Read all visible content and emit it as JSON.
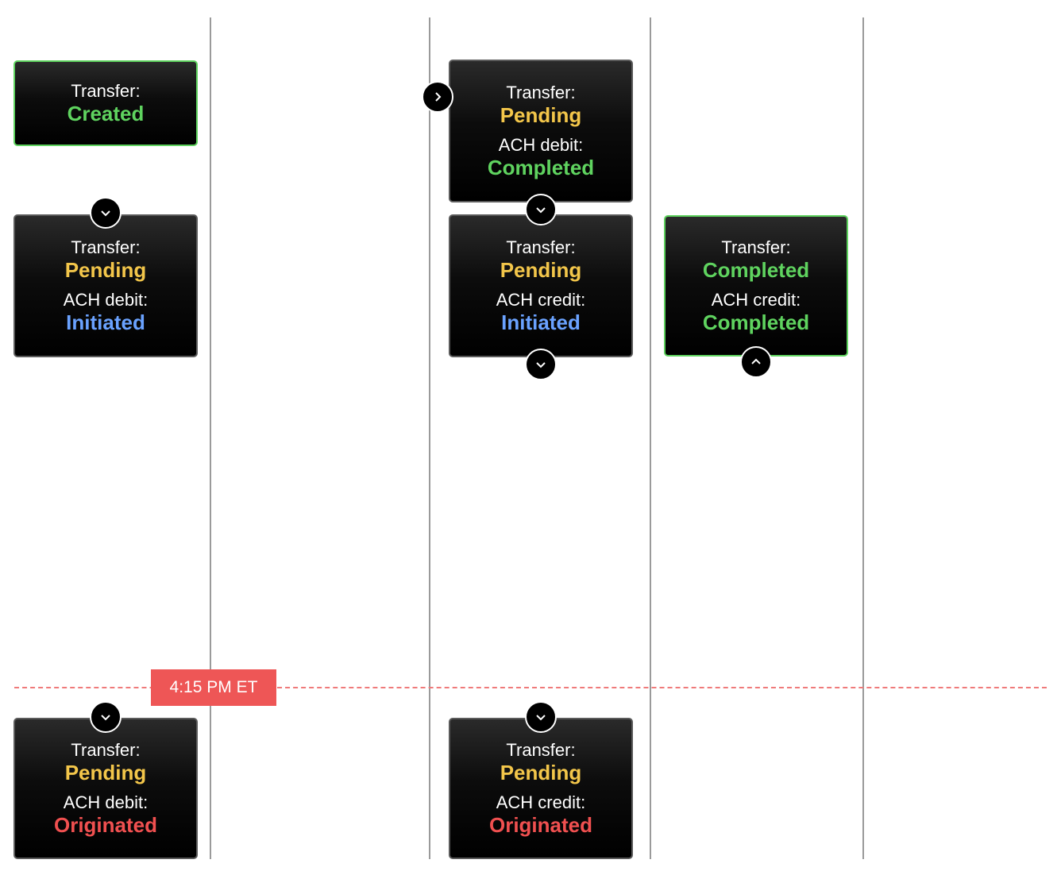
{
  "cutoff": {
    "label": "4:15 PM ET"
  },
  "cards": [
    {
      "transfer_label": "Transfer:",
      "transfer_status": "Created"
    },
    {
      "transfer_label": "Transfer:",
      "transfer_status": "Pending",
      "ach_label": "ACH debit:",
      "ach_status": "Initiated"
    },
    {
      "transfer_label": "Transfer:",
      "transfer_status": "Pending",
      "ach_label": "ACH debit:",
      "ach_status": "Originated"
    },
    {
      "transfer_label": "Transfer:",
      "transfer_status": "Pending",
      "ach_label": "ACH debit:",
      "ach_status": "Completed"
    },
    {
      "transfer_label": "Transfer:",
      "transfer_status": "Pending",
      "ach_label": "ACH credit:",
      "ach_status": "Initiated"
    },
    {
      "transfer_label": "Transfer:",
      "transfer_status": "Pending",
      "ach_label": "ACH credit:",
      "ach_status": "Originated"
    },
    {
      "transfer_label": "Transfer:",
      "transfer_status": "Completed",
      "ach_label": "ACH credit:",
      "ach_status": "Completed"
    }
  ],
  "colors": {
    "created": "#5fd35f",
    "completed": "#5fd35f",
    "pending": "#f3c64a",
    "initiated": "#6aa2ff",
    "originated": "#f05050",
    "cutoff": "#ee5656"
  },
  "icons": [
    "chevron-down-icon",
    "chevron-right-icon",
    "chevron-up-icon"
  ]
}
